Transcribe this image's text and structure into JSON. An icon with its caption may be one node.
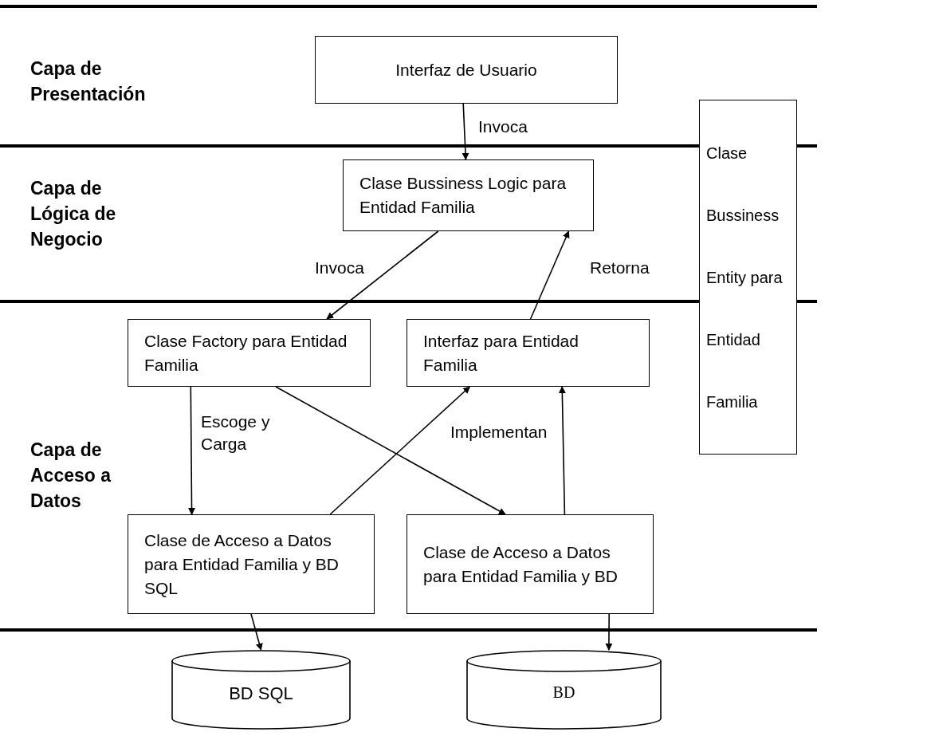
{
  "diagram": {
    "nodes": [
      {
        "text": [
          "Interfaz de Usuario"
        ]
      },
      {
        "text": [
          "Clase Bussiness Logic para Entidad Familia"
        ]
      },
      {
        "text": [
          "Clase Factory para Entidad Familia"
        ]
      },
      {
        "text": [
          "Interfaz para Entidad Familia"
        ]
      },
      {
        "text": [
          "Clase de Acceso a Datos para Entidad Familia y BD SQL"
        ]
      },
      {
        "text": [
          "Clase de Acceso a Datos para Entidad Familia y BD"
        ]
      },
      {
        "text": [
          "BD SQL"
        ]
      },
      {
        "text": [
          "BD"
        ]
      },
      {
        "text": [
          "Clase Bussiness Entity para Entidad Familia"
        ]
      }
    ],
    "edges": [
      {
        "from": 0,
        "to": 1,
        "arrow": "to",
        "label": "Invoca"
      },
      {
        "from": 1,
        "to": 2,
        "arrow": "to",
        "label": "Invoca"
      },
      {
        "from": 3,
        "to": 1,
        "arrow": "to",
        "label": "Retorna"
      },
      {
        "from": 2,
        "to": 4,
        "arrow": "to",
        "label": "Escoge y Carga"
      },
      {
        "from": 2,
        "to": 5,
        "arrow": "to"
      },
      {
        "from": 4,
        "to": 3,
        "arrow": "to"
      },
      {
        "from": 5,
        "to": 3,
        "arrow": "to",
        "label": "Implementan"
      },
      {
        "from": 4,
        "to": 6,
        "arrow": "to"
      },
      {
        "from": 5,
        "to": 7,
        "arrow": "to"
      }
    ],
    "labels": [
      "Capa de Presentación",
      "Capa de Lógica de Negocio",
      "Capa de Acceso a Datos"
    ]
  }
}
